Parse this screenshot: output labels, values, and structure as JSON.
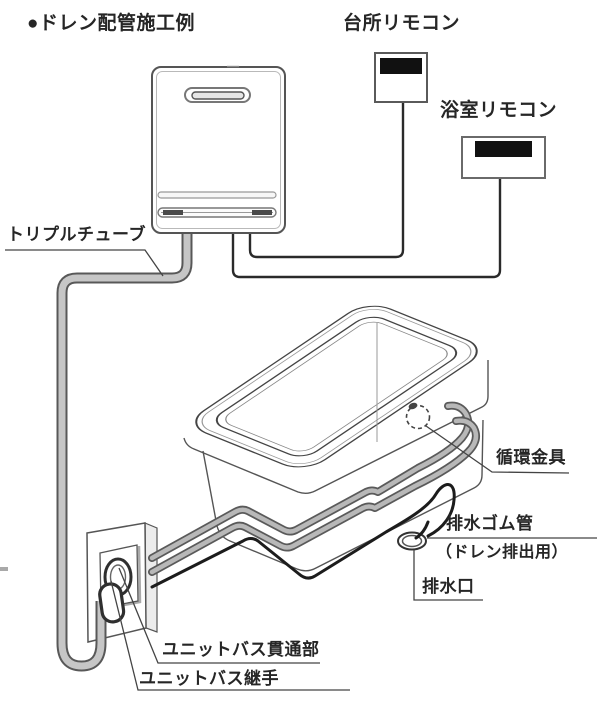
{
  "title": "●ドレン配管施工例",
  "labels": {
    "kitchen_remote": "台所リモコン",
    "bath_remote": "浴室リモコン",
    "triple_tube": "トリプルチューブ",
    "circulation_fitting": "循環金具",
    "drain_rubber_pipe": "排水ゴム管",
    "drain_rubber_pipe_note": "（ドレン排出用）",
    "drain_outlet": "排水口",
    "unit_bath_penetration": "ユニットバス貫通部",
    "unit_bath_joint": "ユニットバス継手"
  },
  "colors": {
    "line": "#4a4a4a",
    "tube_fill": "#c6c6c6",
    "tube_edge": "#585858",
    "pipe_fill": "#b8b8b8",
    "pipe_edge": "#5a5a5a",
    "rubber_pipe": "#1c1c1c",
    "display_black": "#111111",
    "text": "#262626"
  }
}
